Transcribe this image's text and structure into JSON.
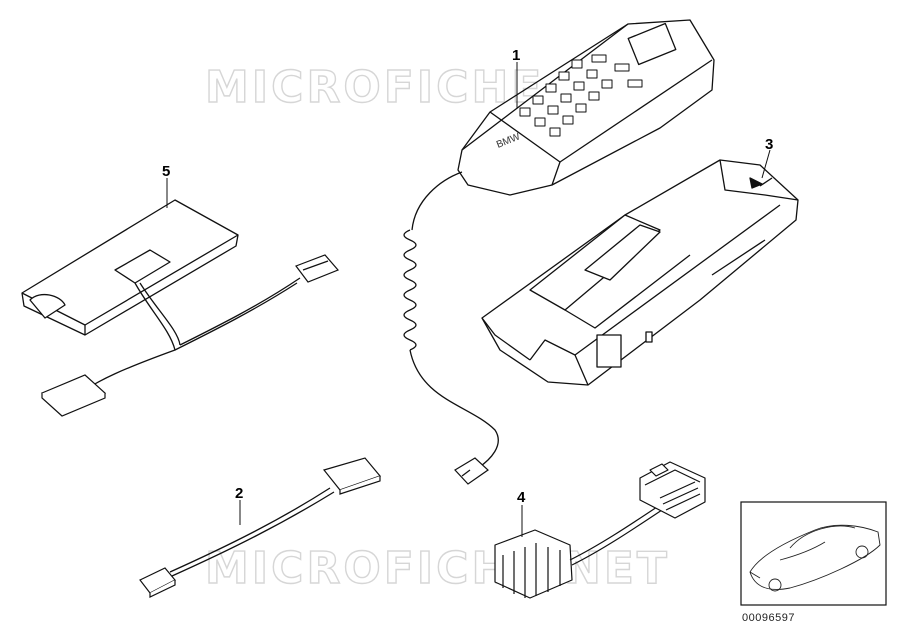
{
  "watermark": "MICROFICHE.NET",
  "callouts": [
    {
      "id": "1",
      "label": "1"
    },
    {
      "id": "2",
      "label": "2"
    },
    {
      "id": "3",
      "label": "3"
    },
    {
      "id": "4",
      "label": "4"
    },
    {
      "id": "5",
      "label": "5"
    }
  ],
  "handset_brand": "BMW",
  "diagram_number": "00096597",
  "colors": {
    "line": "#111111",
    "fill": "#ffffff",
    "watermark": "#d6d6d6"
  }
}
